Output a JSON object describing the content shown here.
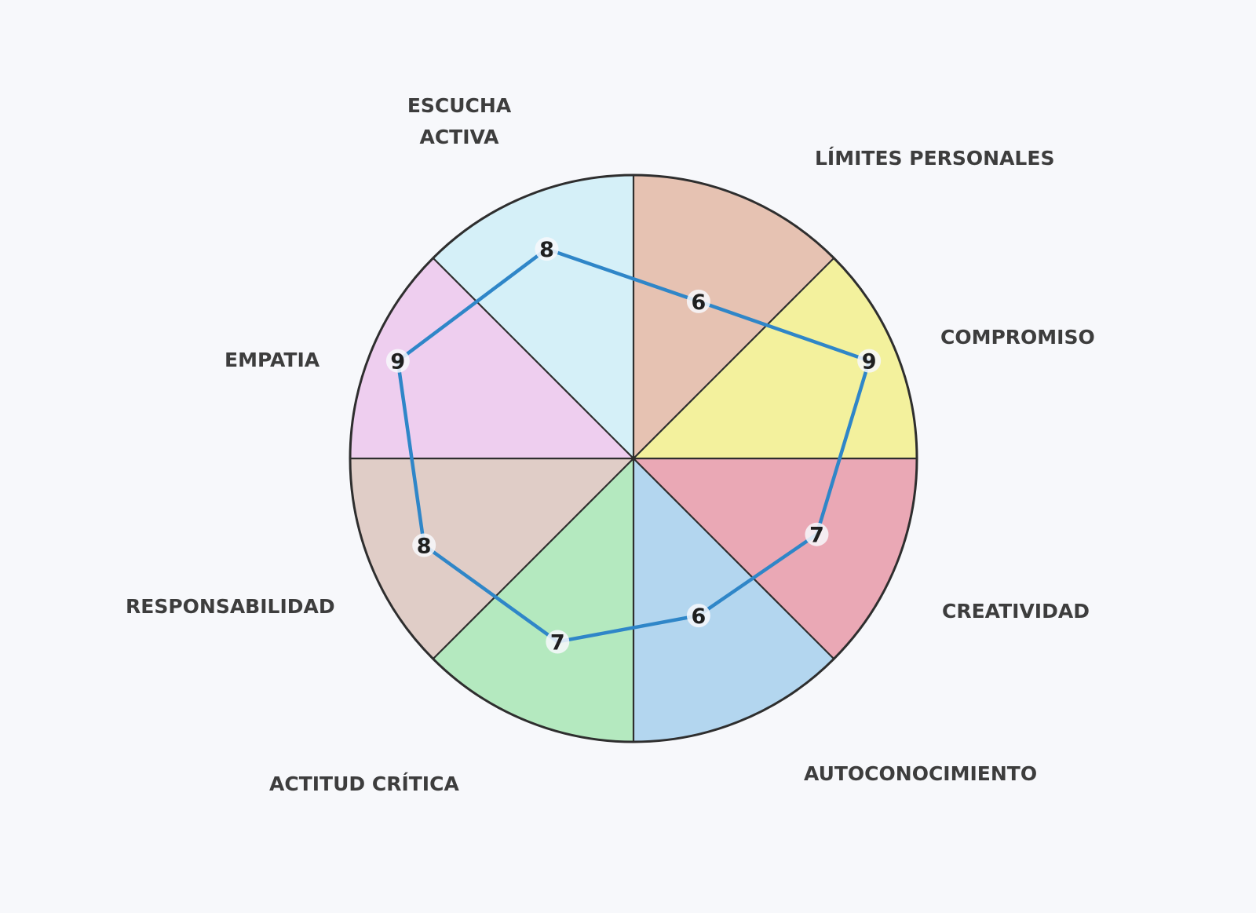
{
  "chart_data": {
    "type": "radar",
    "categories": [
      "ESCUCHA ACTIVA",
      "LÍMITES PERSONALES",
      "COMPROMISO",
      "CREATIVIDAD",
      "AUTOCONOCIMIENTO",
      "ACTITUD CRÍTICA",
      "RESPONSABILIDAD",
      "EMPATIA"
    ],
    "values": [
      8,
      6,
      9,
      7,
      6,
      7,
      8,
      9
    ],
    "scale_max": 10,
    "segment_colors": [
      "#cfeef7",
      "#e3b8a4",
      "#f2f08c",
      "#e89aa8",
      "#a7d0ec",
      "#a8e6b4",
      "#dcc5bd",
      "#ecc7ec"
    ],
    "line_color": "#2f86c8"
  }
}
